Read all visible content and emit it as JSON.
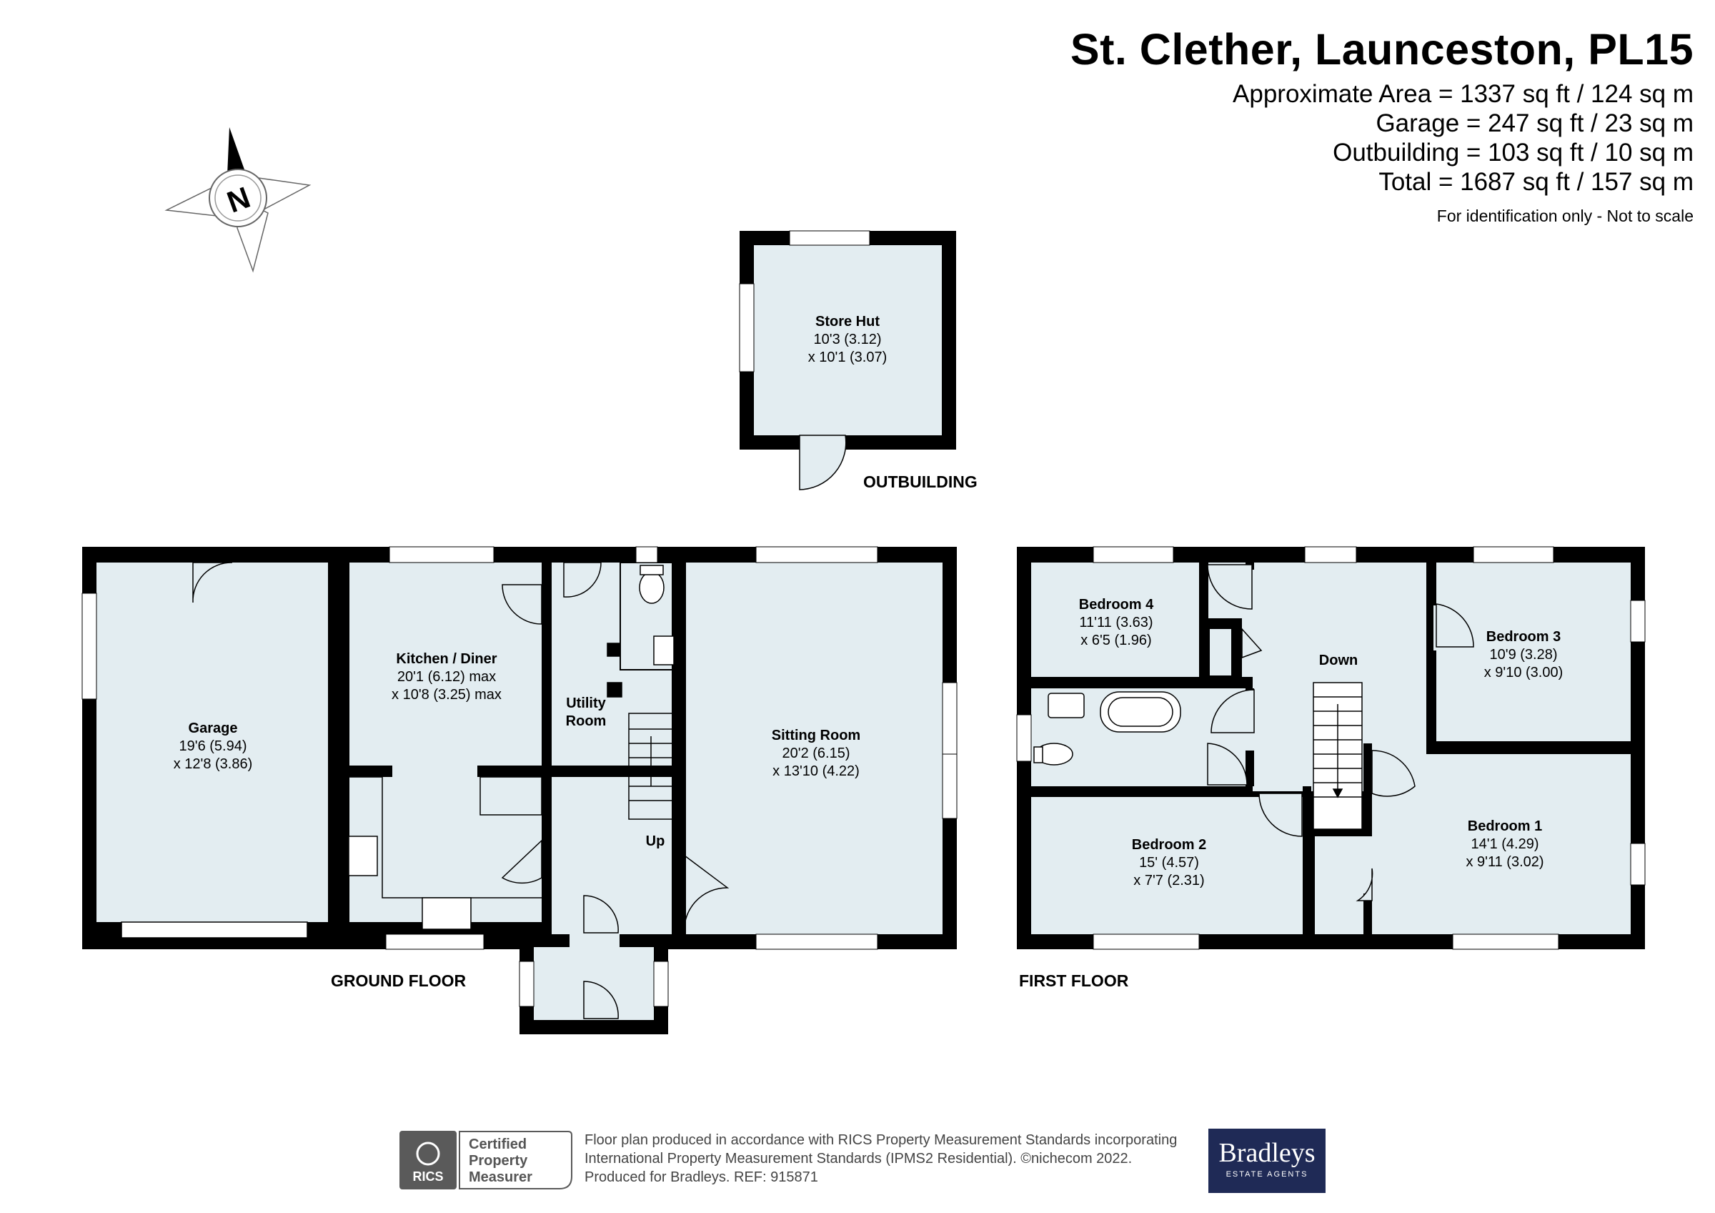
{
  "header": {
    "title": "St. Clether, Launceston, PL15",
    "area_lines": [
      "Approximate Area = 1337 sq ft / 124 sq m",
      "Garage = 247 sq ft / 23 sq m",
      "Outbuilding = 103 sq ft / 10 sq m",
      "Total = 1687 sq ft / 157 sq m"
    ],
    "note": "For identification only - Not to scale"
  },
  "compass": {
    "letter": "N",
    "icon": "compass-north-icon"
  },
  "outbuilding": {
    "label": "OUTBUILDING",
    "rooms": [
      {
        "name": "Store Hut",
        "dims": [
          "10'3 (3.12)",
          "x 10'1 (3.07)"
        ]
      }
    ]
  },
  "ground_floor": {
    "label": "GROUND FLOOR",
    "rooms": [
      {
        "name": "Garage",
        "dims": [
          "19'6 (5.94)",
          "x 12'8 (3.86)"
        ]
      },
      {
        "name": "Kitchen / Diner",
        "dims": [
          "20'1 (6.12) max",
          "x 10'8 (3.25) max"
        ]
      },
      {
        "name": "Utility",
        "name2": "Room"
      },
      {
        "name": "Sitting Room",
        "dims": [
          "20'2 (6.15)",
          "x 13'10 (4.22)"
        ]
      }
    ],
    "stairs_label": "Up"
  },
  "first_floor": {
    "label": "FIRST FLOOR",
    "rooms": [
      {
        "name": "Bedroom 4",
        "dims": [
          "11'11 (3.63)",
          "x 6'5 (1.96)"
        ]
      },
      {
        "name": "Bedroom 3",
        "dims": [
          "10'9 (3.28)",
          "x 9'10 (3.00)"
        ]
      },
      {
        "name": "Bedroom 2",
        "dims": [
          "15' (4.57)",
          "x 7'7 (2.31)"
        ]
      },
      {
        "name": "Bedroom 1",
        "dims": [
          "14'1 (4.29)",
          "x 9'11 (3.02)"
        ]
      }
    ],
    "stairs_label": "Down"
  },
  "footer": {
    "rics_badge": {
      "abbr": "RICS",
      "lines": [
        "Certified",
        "Property",
        "Measurer"
      ]
    },
    "text_lines": [
      "Floor plan produced in accordance with RICS Property Measurement Standards incorporating",
      "International Property Measurement Standards (IPMS2 Residential).   ©nichecom 2022.",
      "Produced for Bradleys.   REF:  915871"
    ],
    "agent": {
      "name": "Bradleys",
      "tagline": "ESTATE AGENTS"
    }
  },
  "colors": {
    "room_fill": "#e3edf1",
    "wall": "#000000",
    "window": "#ffffff",
    "agent_bg": "#1f2a56"
  }
}
